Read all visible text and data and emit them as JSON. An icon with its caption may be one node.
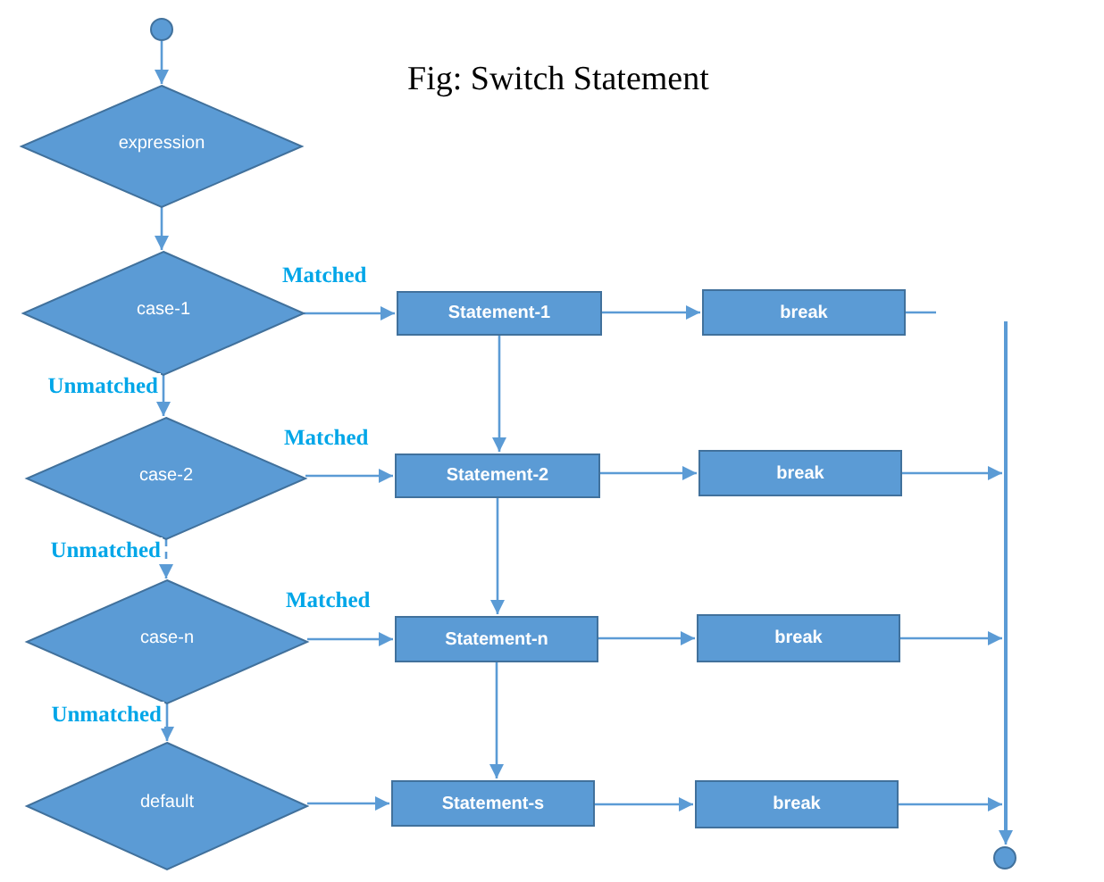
{
  "diagram": {
    "title": "Fig: Switch Statement",
    "nodes": [
      {
        "text": [],
        "shape": "circle"
      },
      {
        "text": [
          "expression"
        ]
      },
      {
        "text": [
          "case-1"
        ]
      },
      {
        "text": [
          "Statement-1"
        ]
      },
      {
        "text": [
          "break"
        ]
      },
      {
        "text": [
          "case-2"
        ]
      },
      {
        "text": [
          "Statement-2"
        ]
      },
      {
        "text": [
          "break"
        ]
      },
      {
        "text": [
          "case-n"
        ]
      },
      {
        "text": [
          "Statement-n"
        ]
      },
      {
        "text": [
          "break"
        ]
      },
      {
        "text": [
          "default"
        ]
      },
      {
        "text": [
          "Statement-s"
        ]
      },
      {
        "text": [
          "break"
        ]
      },
      {
        "text": [],
        "shape": "bar"
      },
      {
        "text": [],
        "shape": "circle"
      }
    ],
    "edges": [
      {
        "from": 0,
        "to": 1,
        "arrow": "to"
      },
      {
        "from": 1,
        "to": 2,
        "arrow": "to"
      },
      {
        "from": 2,
        "to": 3,
        "arrow": "to",
        "label": "Matched"
      },
      {
        "from": 3,
        "to": 4,
        "arrow": "to"
      },
      {
        "from": 4,
        "to": null,
        "arrow": "none"
      },
      {
        "from": 2,
        "to": 5,
        "arrow": "to",
        "label": "Unmatched"
      },
      {
        "from": 3,
        "to": 6,
        "arrow": "to"
      },
      {
        "from": 5,
        "to": 6,
        "arrow": "to",
        "label": "Matched"
      },
      {
        "from": 6,
        "to": 7,
        "arrow": "to"
      },
      {
        "from": 7,
        "to": 14,
        "arrow": "to"
      },
      {
        "from": 5,
        "to": 8,
        "arrow": "to",
        "label": "Unmatched",
        "style": "dashed"
      },
      {
        "from": 6,
        "to": 9,
        "arrow": "to"
      },
      {
        "from": 8,
        "to": 9,
        "arrow": "to",
        "label": "Matched"
      },
      {
        "from": 9,
        "to": 10,
        "arrow": "to"
      },
      {
        "from": 10,
        "to": 14,
        "arrow": "to"
      },
      {
        "from": 8,
        "to": 11,
        "arrow": "to",
        "label": "Unmatched"
      },
      {
        "from": 9,
        "to": 12,
        "arrow": "to"
      },
      {
        "from": 11,
        "to": 12,
        "arrow": "to"
      },
      {
        "from": 12,
        "to": 13,
        "arrow": "to"
      },
      {
        "from": 13,
        "to": 14,
        "arrow": "to"
      },
      {
        "from": 14,
        "to": 15,
        "arrow": "to"
      }
    ]
  }
}
